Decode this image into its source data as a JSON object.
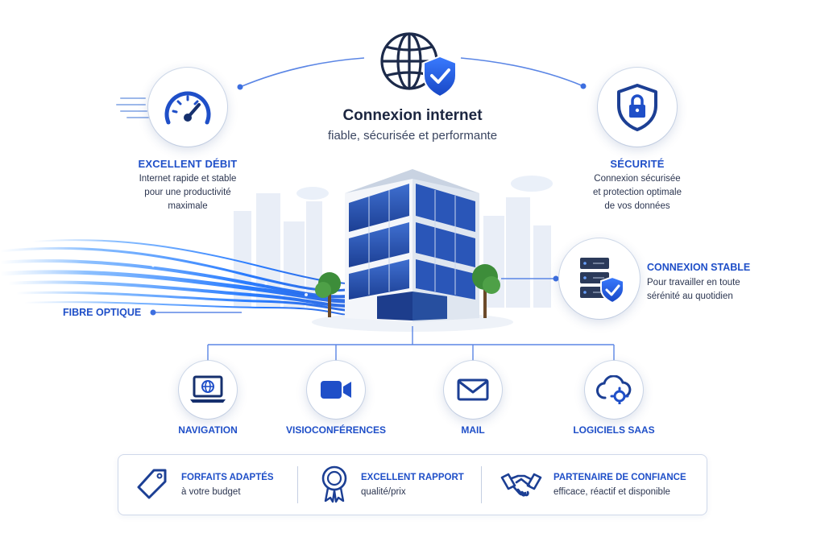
{
  "hero": {
    "title": "Connexion internet",
    "subtitle": "fiable, sécurisée et performante"
  },
  "features": {
    "debit": {
      "title": "EXCELLENT DÉBIT",
      "lines": [
        "Internet rapide et stable",
        "pour une productivité",
        "maximale"
      ]
    },
    "securite": {
      "title": "SÉCURITÉ",
      "lines": [
        "Connexion sécurisée",
        "et protection optimale",
        "de vos données"
      ]
    },
    "stable": {
      "title": "CONNEXION STABLE",
      "lines": [
        "Pour travailler en toute",
        "sérénité au quotidien"
      ]
    },
    "fibre": {
      "title": "FIBRE OPTIQUE"
    }
  },
  "services": [
    {
      "label": "NAVIGATION",
      "icon": "laptop-globe-icon"
    },
    {
      "label": "VISIOCONFÉRENCES",
      "icon": "video-camera-icon"
    },
    {
      "label": "MAIL",
      "icon": "envelope-icon"
    },
    {
      "label": "LOGICIELS SAAS",
      "icon": "cloud-gear-icon"
    }
  ],
  "advantages": [
    {
      "title": "FORFAITS ADAPTÉS",
      "desc": "à votre budget",
      "icon": "price-tag-icon"
    },
    {
      "title": "EXCELLENT RAPPORT",
      "desc": "qualité/prix",
      "icon": "award-ribbon-icon"
    },
    {
      "title": "PARTENAIRE DE CONFIANCE",
      "desc": "efficace, réactif et disponible",
      "icon": "handshake-icon"
    }
  ],
  "colors": {
    "accent": "#1f4fc8",
    "dark_blue": "#16306e",
    "line": "#5b86e5",
    "fiber": "#2a7cff"
  }
}
